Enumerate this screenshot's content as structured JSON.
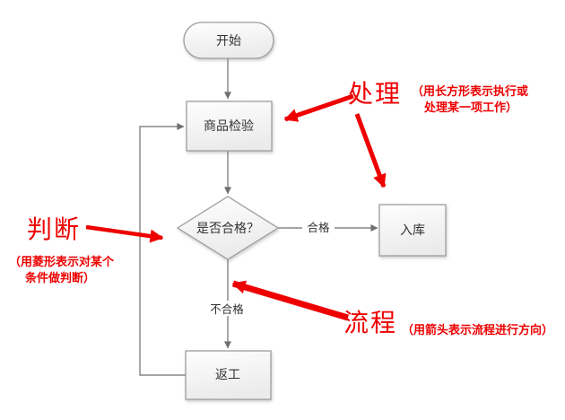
{
  "diagram": {
    "nodes": {
      "start": {
        "label": "开始"
      },
      "inspect": {
        "label": "商品检验"
      },
      "decision": {
        "label": "是否合格？"
      },
      "warehouse": {
        "label": "入库"
      },
      "rework": {
        "label": "返工"
      }
    },
    "edges": {
      "pass_label": "合格",
      "fail_label": "不合格"
    },
    "annotations": {
      "process": {
        "title": "处理",
        "desc_line1": "（用长方形表示执行或",
        "desc_line2": "处理某一项工作）"
      },
      "judge": {
        "title": "判断",
        "desc_line1": "（用菱形表示对某个",
        "desc_line2": "条件做判断）"
      },
      "flow": {
        "title": "流程",
        "desc_line1": "（用箭头表示流程进行方向）"
      }
    },
    "colors": {
      "annotation_red": "#ee0000",
      "shape_border": "#9e9e9e",
      "connector_gray": "#6f6f6f"
    }
  }
}
